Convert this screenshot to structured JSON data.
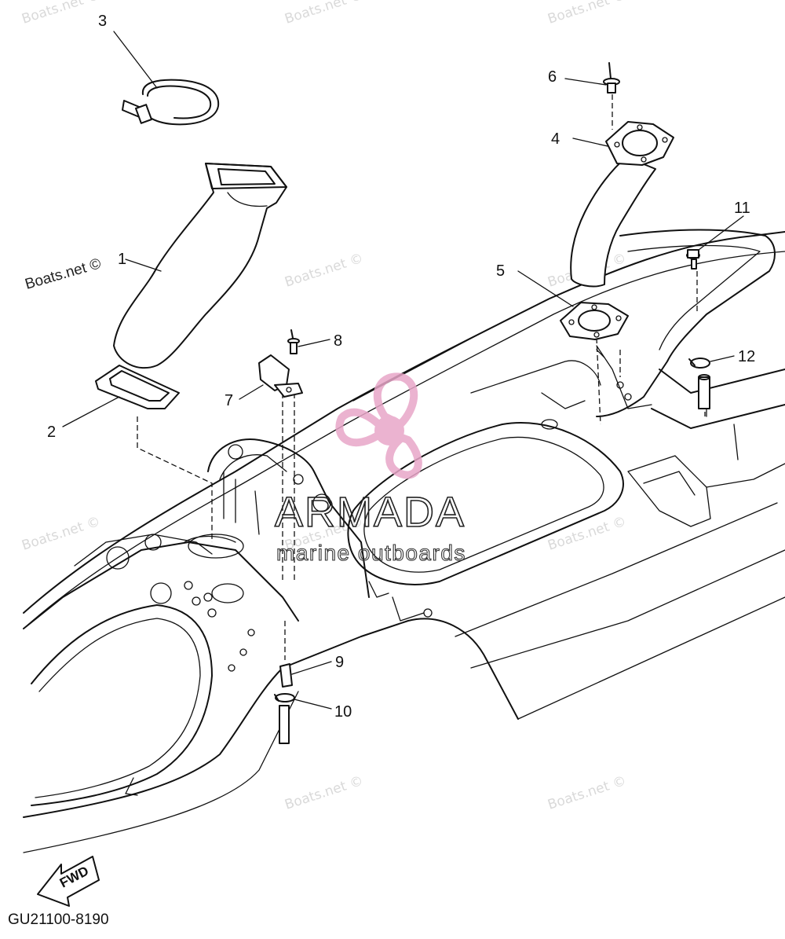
{
  "callouts": [
    {
      "label": "1"
    },
    {
      "label": "2"
    },
    {
      "label": "3"
    },
    {
      "label": "4"
    },
    {
      "label": "5"
    },
    {
      "label": "6"
    },
    {
      "label": "7"
    },
    {
      "label": "8"
    },
    {
      "label": "9"
    },
    {
      "label": "10"
    },
    {
      "label": "11"
    },
    {
      "label": "12"
    }
  ],
  "watermark": {
    "text": "Boats.net ©",
    "primary_label": "Boats.net ©"
  },
  "brand": {
    "name": "ARMADA",
    "tagline": "marine outboards",
    "color": "#e8a6c8"
  },
  "fwd_label": "FWD",
  "diagram_code": "GU21100-8190"
}
